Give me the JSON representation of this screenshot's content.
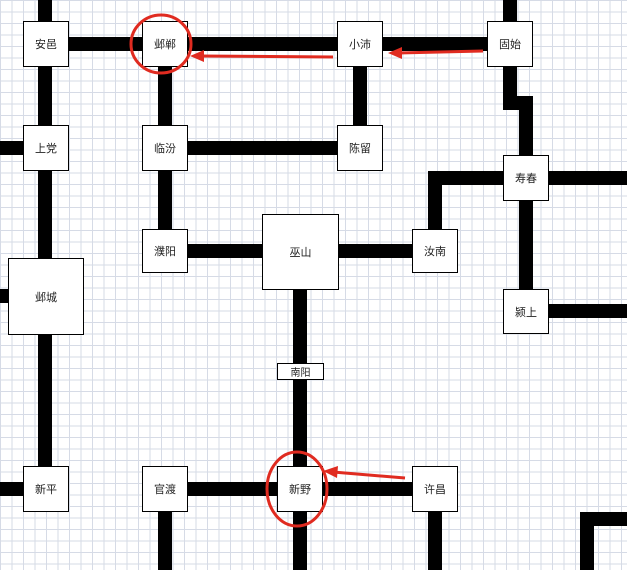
{
  "colors": {
    "road": "#000000",
    "annotation": "#e02b20",
    "grid": "#d6dbe6"
  },
  "cities": {
    "anyi": "安邑",
    "yexian": "邺郸",
    "xiaopei": "小沛",
    "guzhao": "固始",
    "shangdang": "上党",
    "linfen": "临汾",
    "chenliu": "陈留",
    "shouchun": "寿春",
    "puyang": "濮阳",
    "wushan": "巫山",
    "runan": "汝南",
    "yecheng": "邺城",
    "yingshang": "颍上",
    "nanyang": "南阳",
    "xinping": "新平",
    "guandu": "官渡",
    "xinye": "新野",
    "xuchang": "许昌"
  }
}
